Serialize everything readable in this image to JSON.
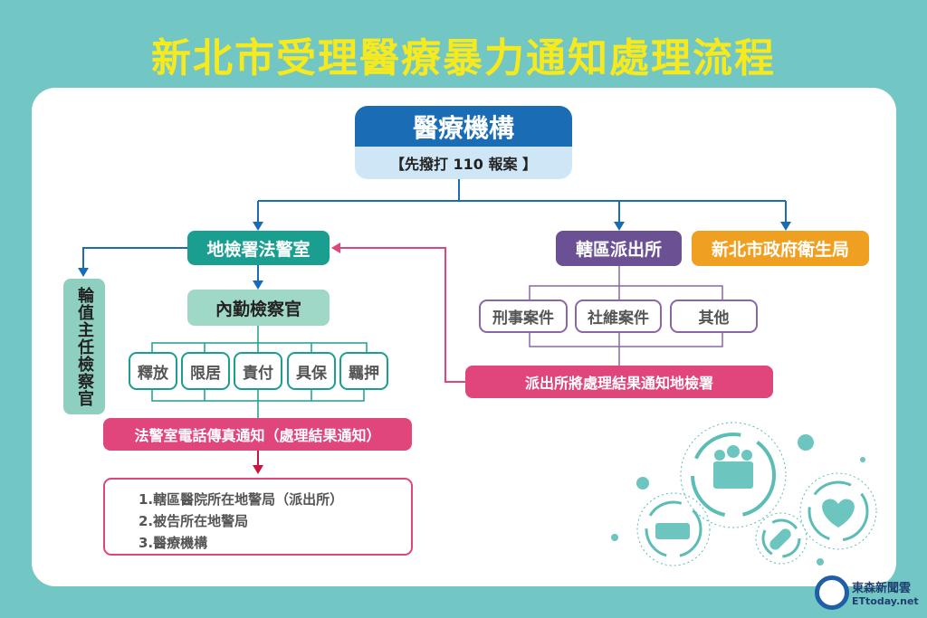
{
  "title": "新北市受理醫療暴力通知處理流程",
  "top": {
    "name": "醫療機構",
    "note": "【先撥打 110 報案 】"
  },
  "prosecutor_office": "地檢署法警室",
  "on_duty_chief": "輪值主任檢察官",
  "duty_prosecutor": "內勤檢察官",
  "outcomes": [
    "釋放",
    "限居",
    "責付",
    "具保",
    "羈押"
  ],
  "bailiff_notice": "法警室電話傳真通知（處理結果通知）",
  "notify_list": [
    "1.轄區醫院所在地警局（派出所）",
    "2.被告所在地警局",
    "3.醫療機構"
  ],
  "police_station": "轄區派出所",
  "health_bureau": "新北市政府衛生局",
  "case_types": [
    "刑事案件",
    "社維案件",
    "其他"
  ],
  "police_notice": "派出所將處理結果通知地檢署",
  "logo": {
    "name": "東森新聞雲",
    "site": "ETtoday.net"
  },
  "colors": {
    "blue": "#1a6db5",
    "teal": "#1a9e8f",
    "pink": "#e0457b",
    "purple": "#6b5193",
    "orange": "#f0a020"
  }
}
